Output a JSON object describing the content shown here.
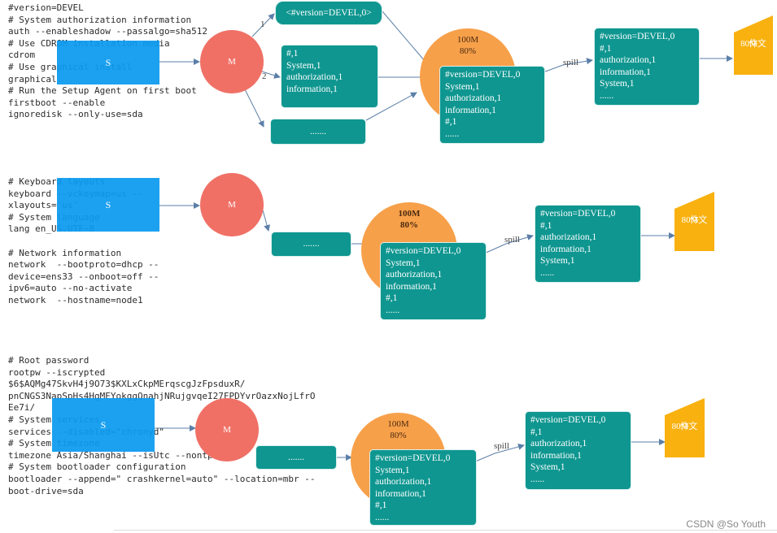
{
  "section1": {
    "code_lines": [
      "#version=DEVEL",
      "# System authorization information",
      "auth --enableshadow --passalgo=sha512",
      "# Use CDROM installation media",
      "cdrom",
      "# Use graphical install",
      "graphical",
      "# Run the Setup Agent on first boot",
      "firstboot --enable",
      "ignoredisk --only-use=sda"
    ],
    "s_label": "S",
    "m_label": "M",
    "box_version": "<#version=DEVEL,0>",
    "box_words": [
      "#,1",
      "System,1",
      "authorization,1",
      "information,1"
    ],
    "box_dots": ".......",
    "arrow1": "1",
    "arrow2": "2",
    "buffer_label": [
      "100M",
      "80%"
    ],
    "buffer_box": [
      "#version=DEVEL,0",
      "System,1",
      "authorization,1",
      "information,1",
      "#,1",
      "......"
    ],
    "spill_label": "spill",
    "spill_box": [
      "#version=DEVEL,0",
      "#,1",
      "authorization,1",
      "information,1",
      "System,1",
      "......"
    ],
    "file_label": [
      "80M文",
      "件"
    ]
  },
  "section2": {
    "code_lines": [
      "# Keyboard layouts",
      "keyboard --vckeymap=us --",
      "xlayouts='us'",
      "# System language",
      "lang en_US.UTF-8",
      "",
      "# Network information",
      "network  --bootproto=dhcp --",
      "device=ens33 --onboot=off --",
      "ipv6=auto --no-activate",
      "network  --hostname=node1"
    ],
    "s_label": "S",
    "m_label": "M",
    "box_dots": ".......",
    "buffer_label": [
      "100M",
      "80%"
    ],
    "buffer_box": [
      "#version=DEVEL,0",
      "System,1",
      "authorization,1",
      "information,1",
      "#,1",
      "......"
    ],
    "spill_label": "spill",
    "spill_box": [
      "#version=DEVEL,0",
      "#,1",
      "authorization,1",
      "information,1",
      "System,1",
      "......"
    ],
    "file_label": [
      "80M文",
      "件"
    ]
  },
  "section3": {
    "code_lines": [
      "# Root password",
      "rootpw --iscrypted",
      "$6$AQMg47SkvH4j9O73$KXLxCkpMErqscgJzFpsduxR/",
      "pnCNGS3NapSpHs4HgMEYokggQnahjNRujgvqeI27FPDYvrOazxNojLfrO",
      "Ee7i/",
      "# System services",
      "services --disabled=\"chronyd\"",
      "# System timezone",
      "timezone Asia/Shanghai --isUtc --nontp",
      "# System bootloader configuration",
      "bootloader --append=\" crashkernel=auto\" --location=mbr --",
      "boot-drive=sda"
    ],
    "s_label": "S",
    "m_label": "M",
    "box_dots": ".......",
    "buffer_label": [
      "100M",
      "80%"
    ],
    "buffer_box": [
      "#version=DEVEL,0",
      "System,1",
      "authorization,1",
      "information,1",
      "#,1",
      "......"
    ],
    "spill_label": "spill",
    "spill_box": [
      "#version=DEVEL,0",
      "#,1",
      "authorization,1",
      "information,1",
      "System,1",
      "......"
    ],
    "file_label": [
      "80M文",
      "件"
    ]
  },
  "watermark": "CSDN @So Youth",
  "colors": {
    "s_box": "#0b9af0",
    "m_circle": "#f07066",
    "buffer": "#f7a04a",
    "teal_box": "#0f9690",
    "file": "#f9b110",
    "arrow": "#5b7fa8"
  }
}
